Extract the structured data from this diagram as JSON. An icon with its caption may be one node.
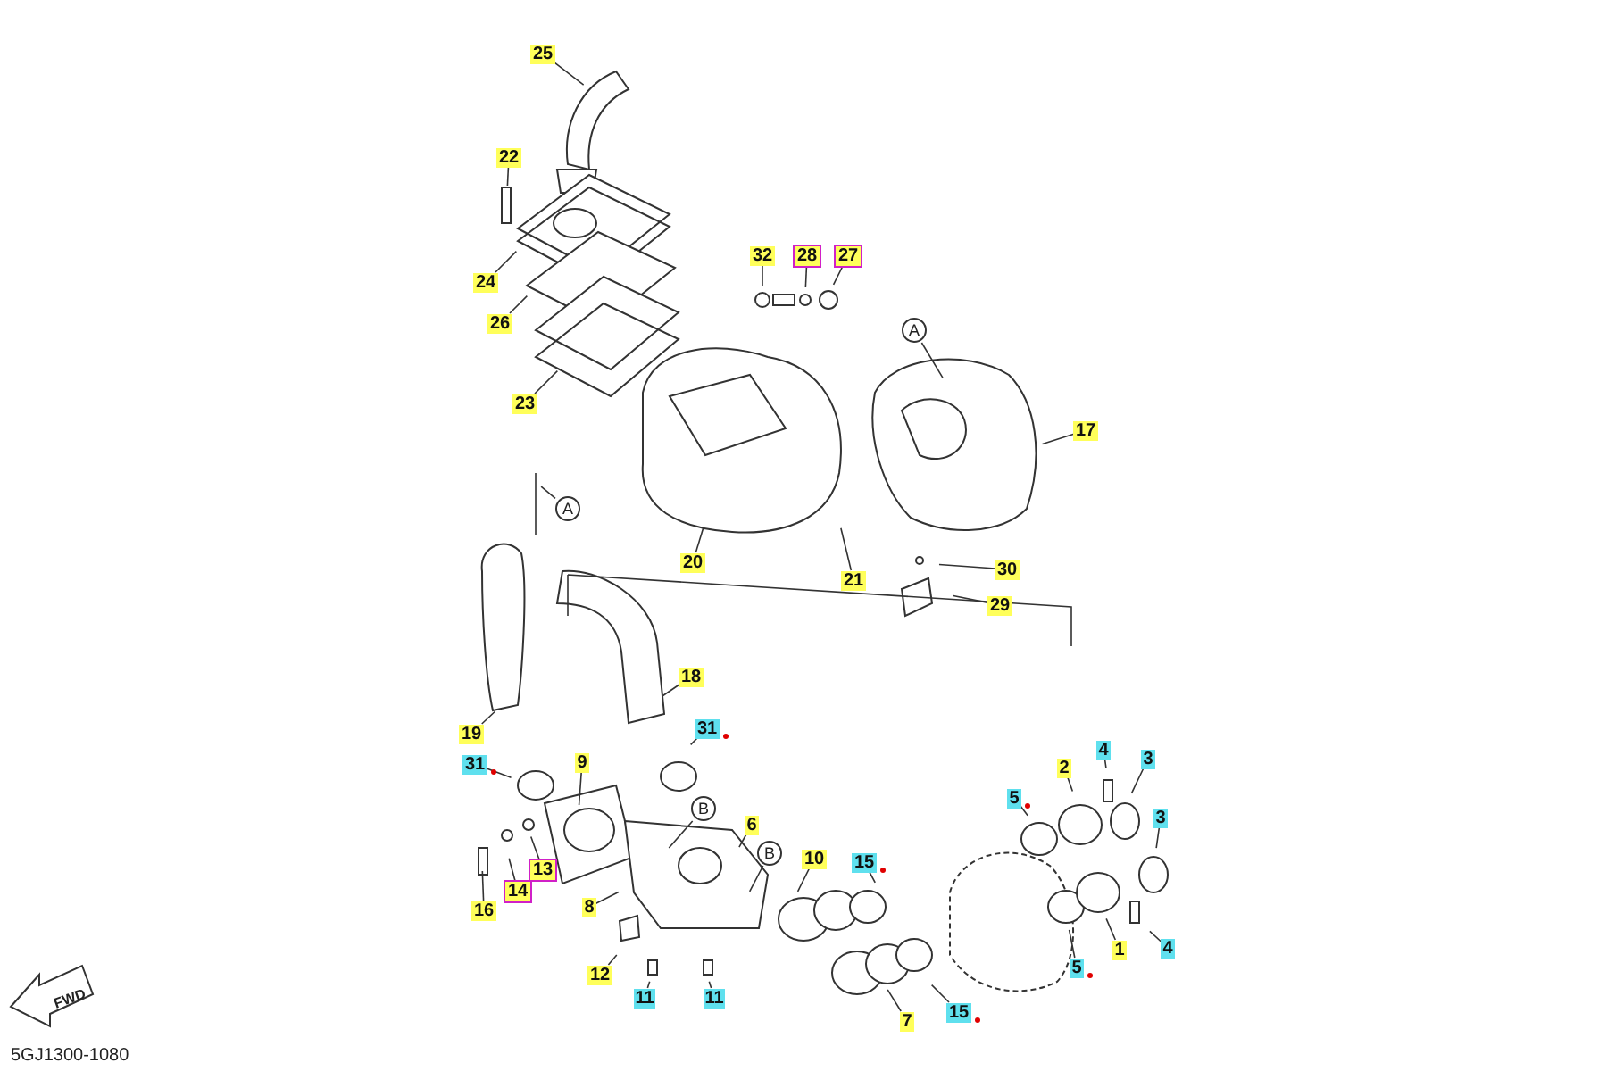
{
  "diagram": {
    "nodes": [
      {
        "text": [
          "25"
        ]
      },
      {
        "text": [
          "22"
        ]
      },
      {
        "text": [
          "24"
        ]
      },
      {
        "text": [
          "32"
        ]
      },
      {
        "text": [
          "28"
        ]
      },
      {
        "text": [
          "27"
        ]
      },
      {
        "text": [
          "A"
        ]
      },
      {
        "text": [
          "26"
        ]
      },
      {
        "text": [
          "17"
        ]
      },
      {
        "text": [
          "23"
        ]
      },
      {
        "text": [
          "A"
        ]
      },
      {
        "text": [
          "20"
        ]
      },
      {
        "text": [
          "21"
        ]
      },
      {
        "text": [
          "30"
        ]
      },
      {
        "text": [
          "29"
        ]
      },
      {
        "text": [
          "18"
        ]
      },
      {
        "text": [
          "19"
        ]
      },
      {
        "text": [
          "31"
        ]
      },
      {
        "text": [
          "31"
        ]
      },
      {
        "text": [
          "9"
        ]
      },
      {
        "text": [
          "4"
        ]
      },
      {
        "text": [
          "3"
        ]
      },
      {
        "text": [
          "5"
        ]
      },
      {
        "text": [
          "2"
        ]
      },
      {
        "text": [
          "3"
        ]
      },
      {
        "text": [
          "B"
        ]
      },
      {
        "text": [
          "6"
        ]
      },
      {
        "text": [
          "13"
        ]
      },
      {
        "text": [
          "14"
        ]
      },
      {
        "text": [
          "10"
        ]
      },
      {
        "text": [
          "15"
        ]
      },
      {
        "text": [
          "B"
        ]
      },
      {
        "text": [
          "16"
        ]
      },
      {
        "text": [
          "8"
        ]
      },
      {
        "text": [
          "4"
        ]
      },
      {
        "text": [
          "1"
        ]
      },
      {
        "text": [
          "5"
        ]
      },
      {
        "text": [
          "12"
        ]
      },
      {
        "text": [
          "11"
        ]
      },
      {
        "text": [
          "11"
        ]
      },
      {
        "text": [
          "15"
        ]
      },
      {
        "text": [
          "7"
        ]
      }
    ],
    "edges": [
      {
        "from": 0,
        "to": null,
        "arrow": "none"
      },
      {
        "from": 1,
        "to": null,
        "arrow": "none"
      },
      {
        "from": 2,
        "to": null,
        "arrow": "none"
      },
      {
        "from": 3,
        "to": null,
        "arrow": "none"
      },
      {
        "from": 4,
        "to": null,
        "arrow": "none"
      },
      {
        "from": 5,
        "to": null,
        "arrow": "none"
      },
      {
        "from": 6,
        "to": null,
        "arrow": "none"
      },
      {
        "from": 7,
        "to": null,
        "arrow": "none"
      },
      {
        "from": 8,
        "to": null,
        "arrow": "none"
      },
      {
        "from": 9,
        "to": null,
        "arrow": "none"
      },
      {
        "from": 10,
        "to": null,
        "arrow": "none"
      },
      {
        "from": 11,
        "to": null,
        "arrow": "none"
      },
      {
        "from": 12,
        "to": null,
        "arrow": "none"
      },
      {
        "from": 13,
        "to": null,
        "arrow": "none"
      },
      {
        "from": 14,
        "to": null,
        "arrow": "none"
      },
      {
        "from": 15,
        "to": null,
        "arrow": "none"
      },
      {
        "from": 16,
        "to": null,
        "arrow": "none"
      },
      {
        "from": 17,
        "to": null,
        "arrow": "none"
      },
      {
        "from": 18,
        "to": null,
        "arrow": "none"
      },
      {
        "from": 19,
        "to": null,
        "arrow": "none"
      },
      {
        "from": 20,
        "to": null,
        "arrow": "none"
      },
      {
        "from": 21,
        "to": null,
        "arrow": "none"
      },
      {
        "from": 22,
        "to": null,
        "arrow": "none"
      },
      {
        "from": 23,
        "to": null,
        "arrow": "none"
      },
      {
        "from": 24,
        "to": null,
        "arrow": "none"
      },
      {
        "from": 25,
        "to": null,
        "arrow": "none"
      },
      {
        "from": 26,
        "to": null,
        "arrow": "none"
      },
      {
        "from": 27,
        "to": null,
        "arrow": "none"
      },
      {
        "from": 28,
        "to": null,
        "arrow": "none"
      },
      {
        "from": 29,
        "to": null,
        "arrow": "none"
      },
      {
        "from": 30,
        "to": null,
        "arrow": "none"
      },
      {
        "from": 31,
        "to": null,
        "arrow": "none"
      },
      {
        "from": 32,
        "to": null,
        "arrow": "none"
      },
      {
        "from": 33,
        "to": null,
        "arrow": "none"
      },
      {
        "from": 34,
        "to": null,
        "arrow": "none"
      },
      {
        "from": 35,
        "to": null,
        "arrow": "none"
      },
      {
        "from": 36,
        "to": null,
        "arrow": "none"
      },
      {
        "from": 37,
        "to": null,
        "arrow": "none"
      },
      {
        "from": 38,
        "to": null,
        "arrow": "none"
      },
      {
        "from": 39,
        "to": null,
        "arrow": "none"
      },
      {
        "from": 40,
        "to": null,
        "arrow": "none"
      },
      {
        "from": 41,
        "to": null,
        "arrow": "none"
      }
    ],
    "labels": [
      "FWD",
      "5GJ1300-1080"
    ]
  }
}
